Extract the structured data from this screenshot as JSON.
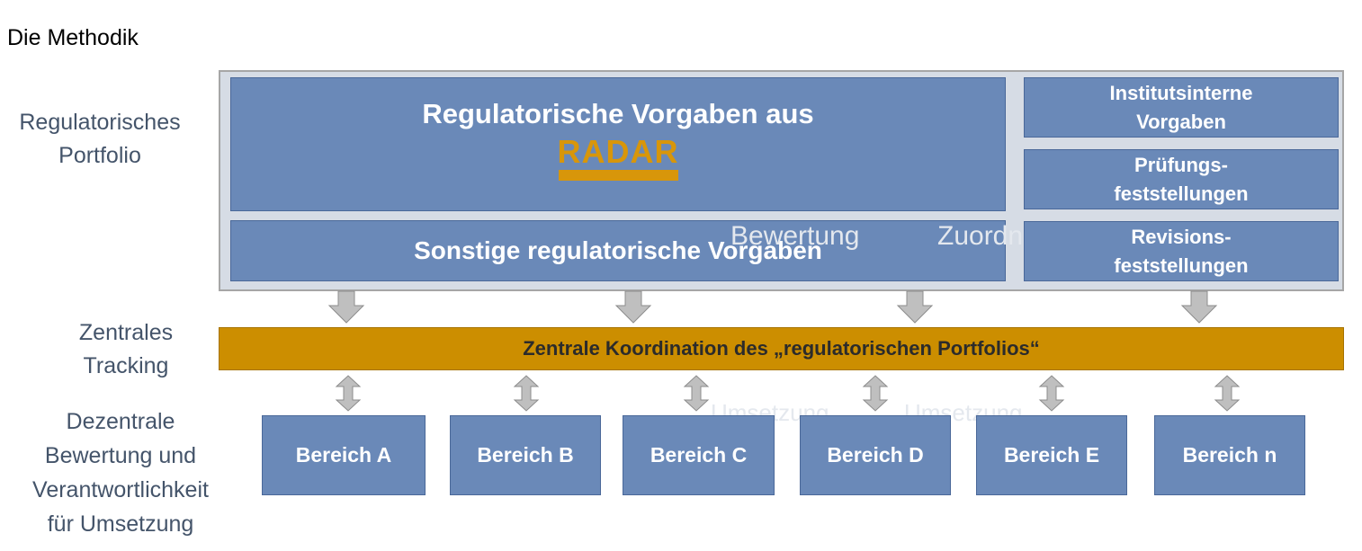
{
  "title": "Die Methodik",
  "side_labels": {
    "portfolio": [
      "Regulatorisches",
      "Portfolio"
    ],
    "tracking": [
      "Zentrales",
      "Tracking"
    ],
    "bewertung": [
      "Dezentrale",
      "Bewertung und",
      "Verantwortlichkeit",
      "für Umsetzung"
    ]
  },
  "portfolio": {
    "radar_box": {
      "text": "Regulatorische Vorgaben aus",
      "logo": "RADAR"
    },
    "sonstige": "Sonstige regulatorische Vorgaben",
    "institutsinterne": [
      "Institutsinterne",
      "Vorgaben"
    ],
    "pruefungs": [
      "Prüfungs-",
      "feststellungen"
    ],
    "revisions": [
      "Revisions-",
      "feststellungen"
    ]
  },
  "background_watermark": {
    "top_left": "Bewertung",
    "top_right": "Zuordnung",
    "bottom_left": "Umsetzung",
    "bottom_right": "Umsetzung"
  },
  "central_band": "Zentrale Koordination des „regulatorischen Portfolios“",
  "bereiche": [
    "Bereich A",
    "Bereich B",
    "Bereich C",
    "Bereich D",
    "Bereich E",
    "Bereich n"
  ],
  "colors": {
    "box_fill": "#6a89b8",
    "panel_fill": "#d6dce5",
    "band_fill": "#cc8e00",
    "radar_logo": "#d8960a",
    "side_text": "#44546a",
    "arrow_fill": "#bfbfbf"
  }
}
